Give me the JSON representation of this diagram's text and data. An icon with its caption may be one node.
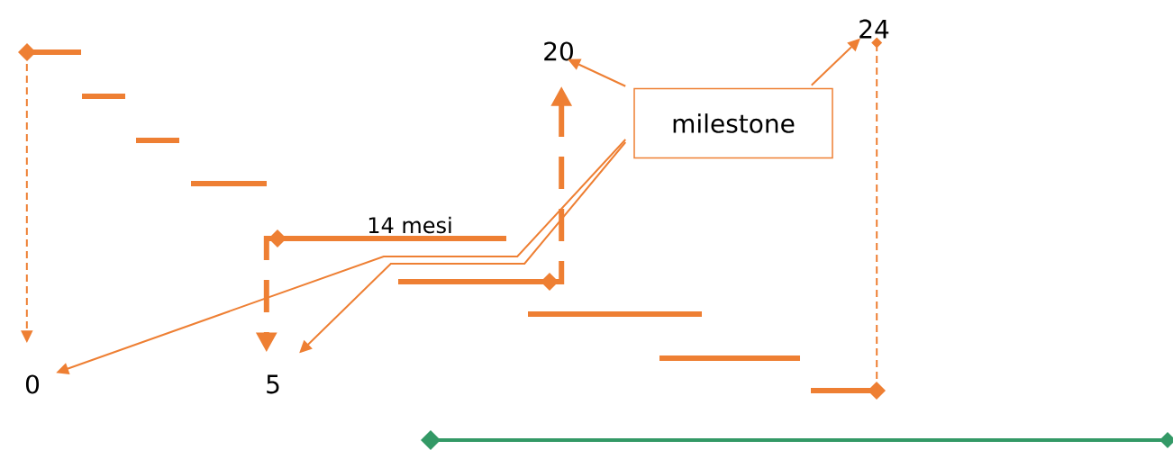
{
  "diagram": {
    "nodes": [
      {
        "text": [
          "milestone"
        ]
      },
      {
        "text": [
          "20"
        ]
      },
      {
        "text": [
          "24"
        ]
      },
      {
        "text": [
          "0"
        ]
      },
      {
        "text": [
          "5"
        ]
      },
      {
        "text": [],
        "shape": "bar"
      },
      {
        "text": [],
        "shape": "bar"
      },
      {
        "text": [],
        "shape": "bar"
      },
      {
        "text": [],
        "shape": "bar"
      },
      {
        "text": [],
        "shape": "bar",
        "beside": [
          "14 mesi"
        ]
      },
      {
        "text": [],
        "shape": "bar"
      },
      {
        "text": [],
        "shape": "bar"
      },
      {
        "text": [],
        "shape": "bar"
      },
      {
        "text": [],
        "shape": "bar"
      }
    ],
    "edges": [
      {
        "from": 0,
        "to": 1,
        "arrow": "to"
      },
      {
        "from": 0,
        "to": 2,
        "arrow": "to"
      },
      {
        "from": 0,
        "to": 3,
        "arrow": "to"
      },
      {
        "from": 0,
        "to": 4,
        "arrow": "to"
      },
      {
        "from": 5,
        "to": 3,
        "arrow": "to",
        "style": "dashed"
      },
      {
        "from": 9,
        "to": 4,
        "arrow": "to",
        "style": "dashed"
      },
      {
        "from": 10,
        "to": 1,
        "arrow": "to",
        "style": "dashed"
      },
      {
        "from": 13,
        "to": 2,
        "arrow": "other",
        "style": "dashed"
      }
    ]
  }
}
